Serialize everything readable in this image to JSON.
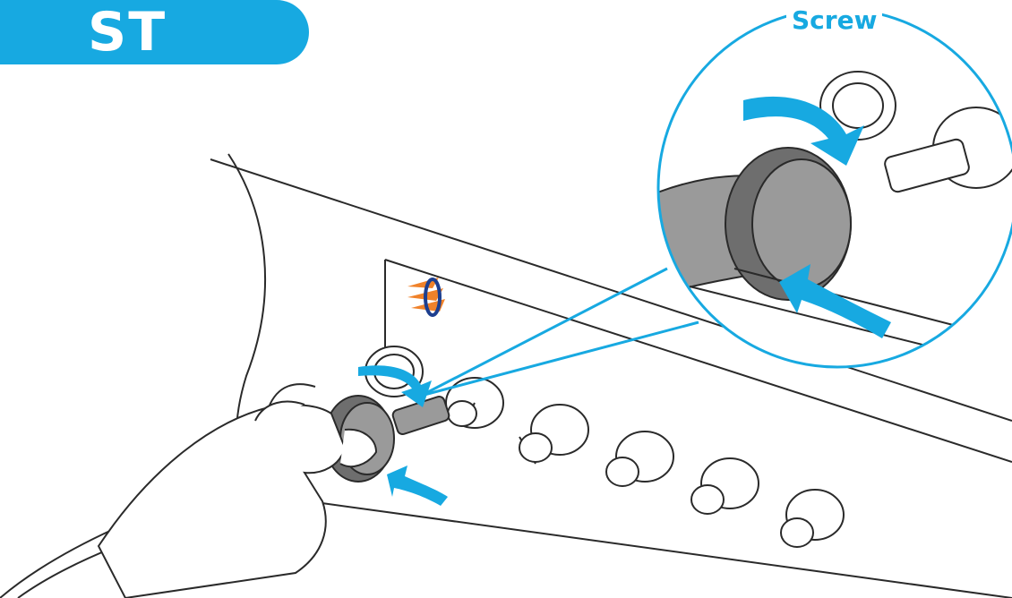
{
  "badge": {
    "label": "ST"
  },
  "callout": {
    "label": "Screw"
  },
  "colors": {
    "accent": "#17a9e1",
    "line": "#2a2a2a",
    "connector_gray": "#9a9a9a",
    "connector_dark": "#6e6e6e",
    "logo_orange": "#f0822a",
    "logo_blue": "#1d3f8f"
  },
  "icons": [
    "twist-arrow-icon",
    "brand-logo-icon",
    "hand-illustration",
    "bnc-port-icon"
  ]
}
